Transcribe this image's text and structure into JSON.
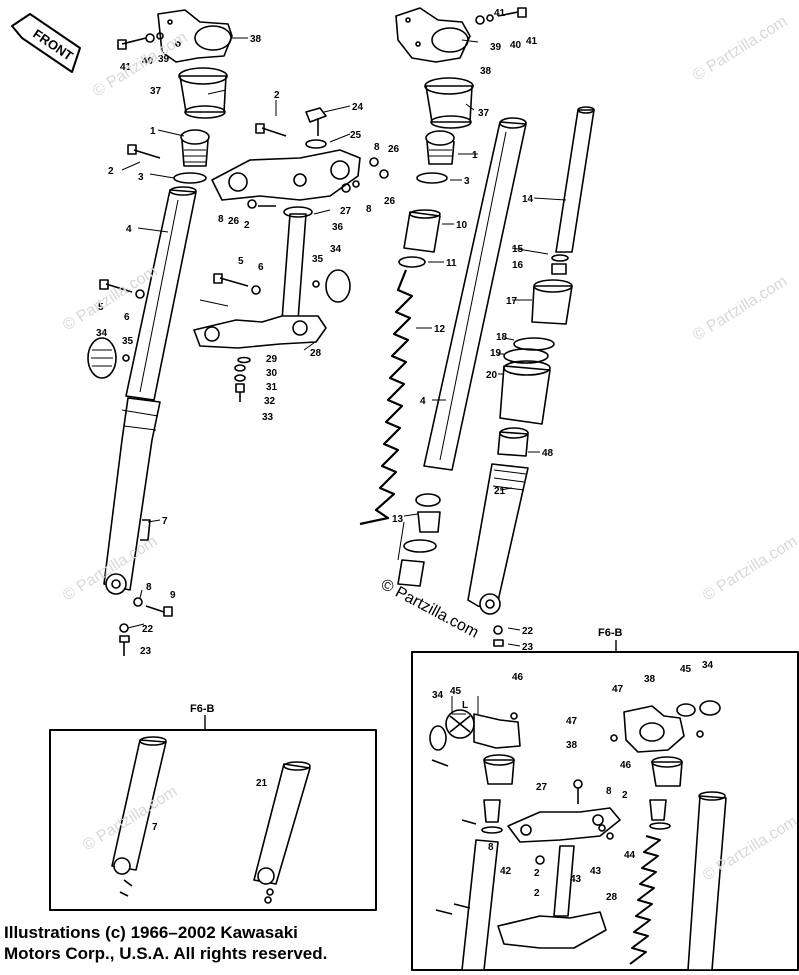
{
  "front_label": "FRONT",
  "watermark_text": "© Partzilla.com",
  "center_watermark": "© Partzilla.com",
  "inset_labels": {
    "left": "F6-B",
    "right": "F6-B"
  },
  "dimension_label": "L",
  "copyright": {
    "line1": "Illustrations (c) 1966–2002 Kawasaki",
    "line2": "Motors Corp., U.S.A.  All rights reserved."
  },
  "callouts": {
    "c1": "1",
    "c2": "2",
    "c3": "3",
    "c4": "4",
    "c5": "5",
    "c6": "6",
    "c7": "7",
    "c8": "8",
    "c9": "9",
    "c10": "10",
    "c11": "11",
    "c12": "12",
    "c13": "13",
    "c14": "14",
    "c15": "15",
    "c16": "16",
    "c17": "17",
    "c18": "18",
    "c19": "19",
    "c20": "20",
    "c21": "21",
    "c22": "22",
    "c23": "23",
    "c24": "24",
    "c25": "25",
    "c26": "26",
    "c27": "27",
    "c28": "28",
    "c29": "29",
    "c30": "30",
    "c31": "31",
    "c32": "32",
    "c33": "33",
    "c34": "34",
    "c35": "35",
    "c36": "36",
    "c37": "37",
    "c38": "38",
    "c39": "39",
    "c40": "40",
    "c41": "41",
    "c42": "42",
    "c43": "43",
    "c44": "44",
    "c45": "45",
    "c46": "46",
    "c47": "47",
    "c48": "48"
  }
}
